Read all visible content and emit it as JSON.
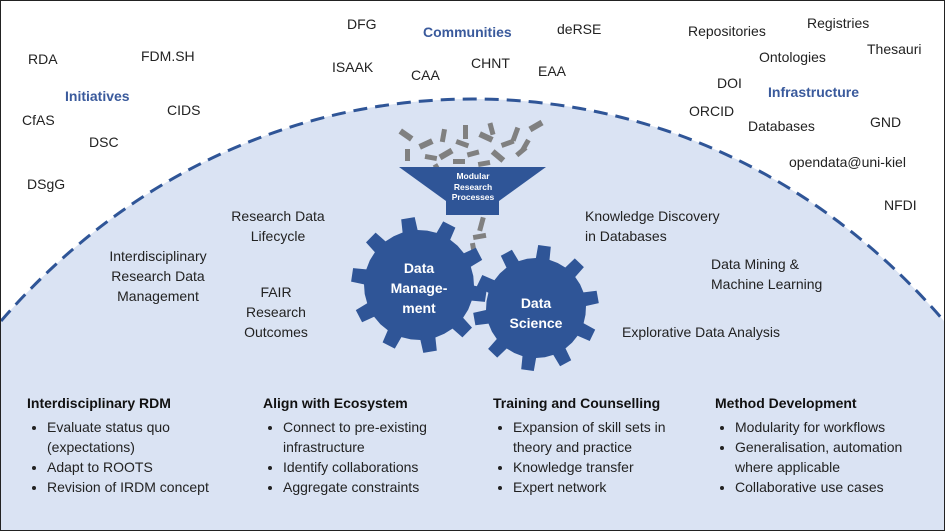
{
  "groups": {
    "initiatives": {
      "heading": "Initiatives",
      "items": [
        "RDA",
        "FDM.SH",
        "CIDS",
        "CfAS",
        "DSC",
        "DSgG"
      ]
    },
    "communities": {
      "heading": "Communities",
      "items": [
        "DFG",
        "deRSE",
        "ISAAK",
        "CAA",
        "CHNT",
        "EAA"
      ]
    },
    "infrastructure": {
      "heading": "Infrastructure",
      "items": [
        "Repositories",
        "Registries",
        "Ontologies",
        "Thesauri",
        "DOI",
        "ORCID",
        "Databases",
        "GND",
        "opendata@uni-kiel",
        "NFDI"
      ]
    }
  },
  "funnel_label": [
    "Modular",
    "Research",
    "Processes"
  ],
  "gears": {
    "data_management": [
      "Data",
      "Manage-",
      "ment"
    ],
    "data_science": [
      "Data",
      "Science"
    ]
  },
  "left_topics": [
    [
      "Research Data",
      "Lifecycle"
    ],
    [
      "Interdisciplinary",
      "Research Data",
      "Management"
    ],
    [
      "FAIR",
      "Research",
      "Outcomes"
    ]
  ],
  "right_topics": [
    [
      "Knowledge Discovery",
      "in Databases"
    ],
    [
      "Data Mining &",
      "Machine Learning"
    ],
    [
      "Explorative Data Analysis"
    ]
  ],
  "columns": [
    {
      "title": "Interdisciplinary RDM",
      "bullets": [
        "Evaluate status quo (expectations)",
        "Adapt to ROOTS",
        "Revision of IRDM concept"
      ]
    },
    {
      "title": "Align with Ecosystem",
      "bullets": [
        "Connect to pre-existing infrastructure",
        "Identify collaborations",
        "Aggregate constraints"
      ]
    },
    {
      "title": "Training and Counselling",
      "bullets": [
        "Expansion of skill sets in theory and practice",
        "Knowledge transfer",
        "Expert network"
      ]
    },
    {
      "title": "Method Development",
      "bullets": [
        "Modularity for workflows",
        "Generalisation, automation where applicable",
        "Collaborative use cases"
      ]
    }
  ],
  "colors": {
    "dome": "#dae3f3",
    "dashed_border": "#2f5597",
    "gear": "#2f5597",
    "heading": "#3a5a9c",
    "blocks": "#808080"
  }
}
